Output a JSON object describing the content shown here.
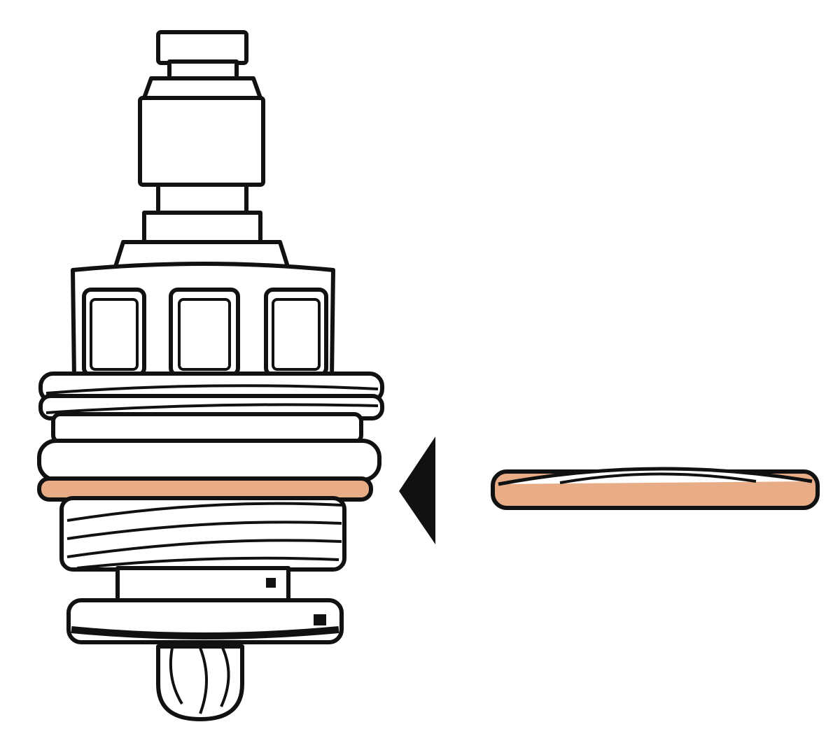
{
  "diagram": {
    "subject": "faucet-cartridge-stem",
    "parts": [
      {
        "id": "spindle",
        "icon": "spindle-icon"
      },
      {
        "id": "castellated-body",
        "icon": "castellated-body-icon"
      },
      {
        "id": "upper-thread",
        "icon": "thread-icon"
      },
      {
        "id": "seal-ring",
        "icon": "seal-ring-icon"
      },
      {
        "id": "lower-thread",
        "icon": "thread-icon"
      },
      {
        "id": "bottom-flange",
        "icon": "flange-icon"
      },
      {
        "id": "rounded-tip",
        "icon": "tip-icon"
      },
      {
        "id": "loose-washer",
        "icon": "washer-icon"
      },
      {
        "id": "pointer-arrow",
        "icon": "arrow-left-icon"
      }
    ],
    "colors": {
      "washer": "#e8ad87",
      "outline": "#111111",
      "background": "#ffffff"
    }
  }
}
